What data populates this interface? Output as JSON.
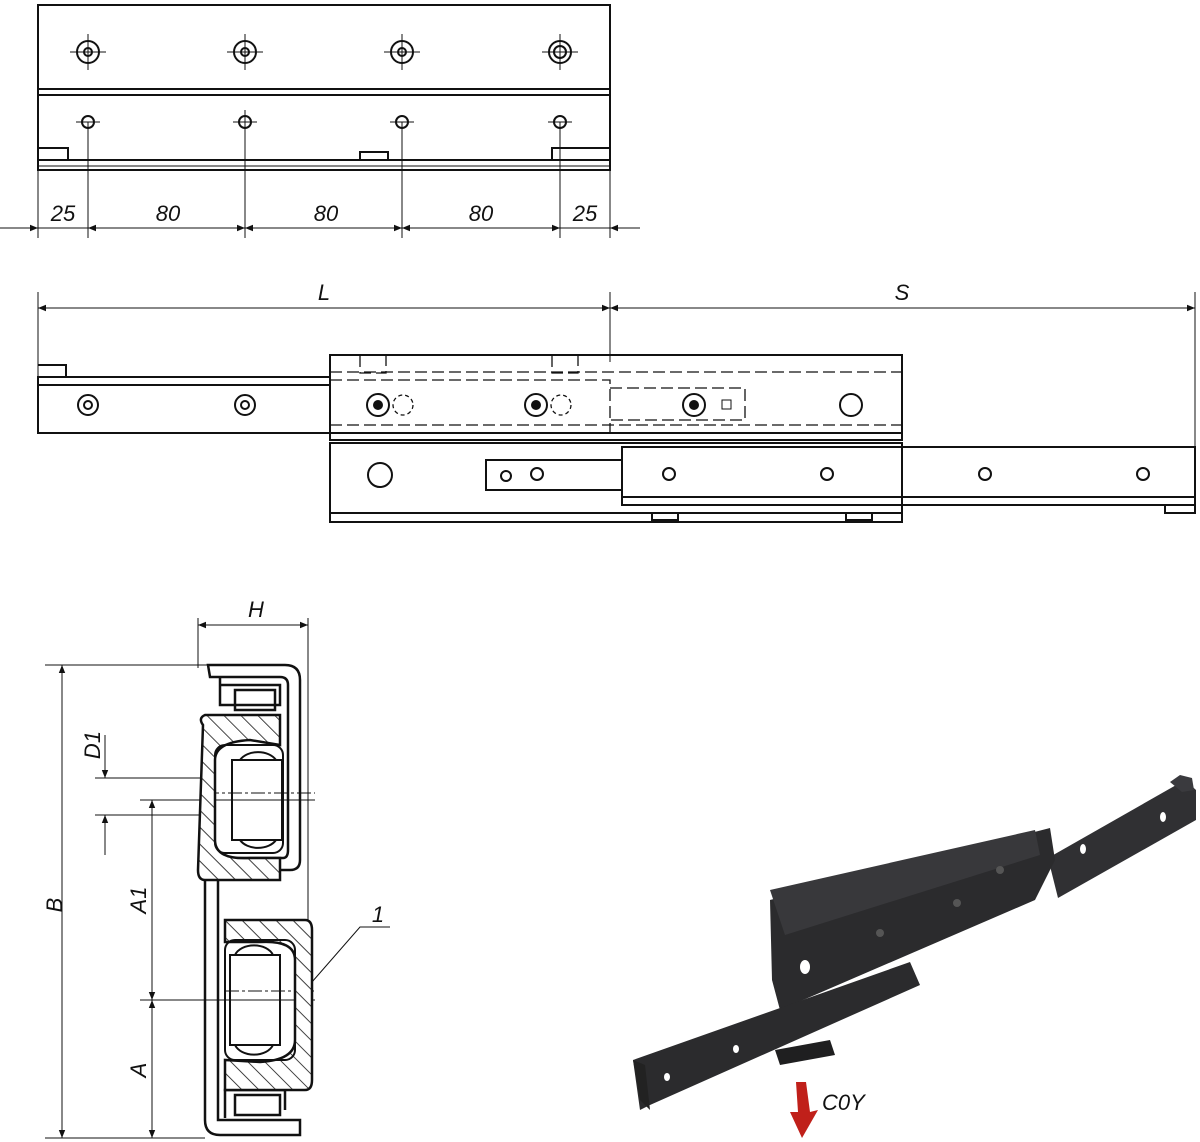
{
  "top_view": {
    "pitch_labels": [
      "25",
      "80",
      "80",
      "80",
      "25"
    ]
  },
  "side_view": {
    "length_label": "L",
    "stroke_label": "S"
  },
  "section_view": {
    "height_label": "H",
    "width_label": "B",
    "hole_label": "D1",
    "a1_label": "A1",
    "a_label": "A",
    "callout_label": "1"
  },
  "render": {
    "load_direction_label": "C0Y",
    "arrow_color": "#c0201a",
    "rail_color": "#2b2b2d"
  }
}
